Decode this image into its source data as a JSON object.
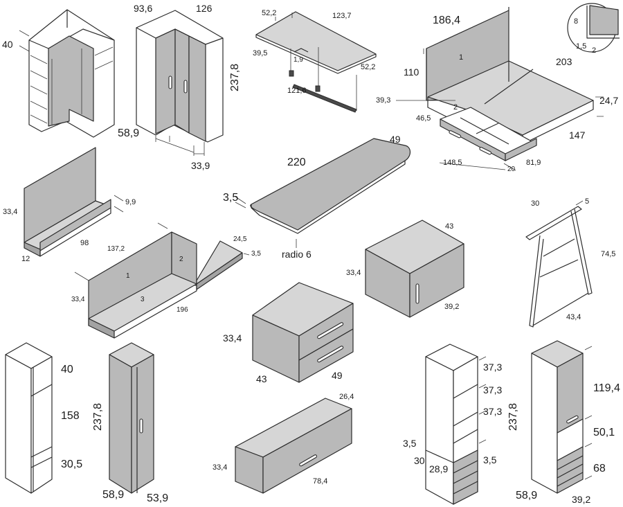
{
  "labels": {
    "corner_open": {
      "depth": "40",
      "right": "58,9"
    },
    "corner_door": {
      "top_left": "93,6",
      "top_right": "126",
      "height": "237,8",
      "bottom": "33,9"
    },
    "desk_bracket": {
      "a": "52,2",
      "b": "123,7",
      "c": "39,5",
      "d": "1,9",
      "e": "52,2",
      "f": "121,6"
    },
    "bed": {
      "head_width": "186,4",
      "head_height": "110",
      "panel_number": "1",
      "length": "203",
      "a": "39,3",
      "b": "46,5",
      "drawer_label": "2",
      "side": "24,7",
      "width": "147",
      "drawer_w": "148,5",
      "drawer_a": "20",
      "drawer_d": "81,9"
    },
    "detail": {
      "a": "8",
      "b": "1,5",
      "c": "2"
    },
    "top": {
      "length": "220",
      "depth": "49",
      "thickness": "3,5",
      "radius": "radio 6"
    },
    "shelf_l": {
      "height": "33,4",
      "lip": "9,9",
      "length": "98",
      "depth": "12"
    },
    "shelf_set": {
      "len": "137,2",
      "p1": "1",
      "p2": "2",
      "p3": "3",
      "h": "33,4",
      "total": "196",
      "d": "24,5",
      "t": "3,5"
    },
    "trestle": {
      "w": "30",
      "t": "5",
      "h": "74,5",
      "d": "43,4"
    },
    "box_door": {
      "w": "43",
      "h": "33,4",
      "d": "39,2"
    },
    "nightstand": {
      "h": "33,4",
      "w": "43",
      "d": "49"
    },
    "wall_unit": {
      "d": "26,4",
      "h": "33,4",
      "w": "78,4"
    },
    "open_col": {
      "top": "40",
      "mid": "158",
      "bottom": "30,5"
    },
    "door_col": {
      "h": "237,8",
      "w": "58,9",
      "d": "53,9"
    },
    "shelf_col": {
      "a": "37,3",
      "b": "37,3",
      "c": "37,3",
      "d": "3,5",
      "e": "30",
      "f": "3,5",
      "g": "28,9"
    },
    "tall_col": {
      "h": "237,8",
      "a": "119,4",
      "b": "50,1",
      "c": "68",
      "w": "58,9",
      "d": "39,2"
    }
  }
}
